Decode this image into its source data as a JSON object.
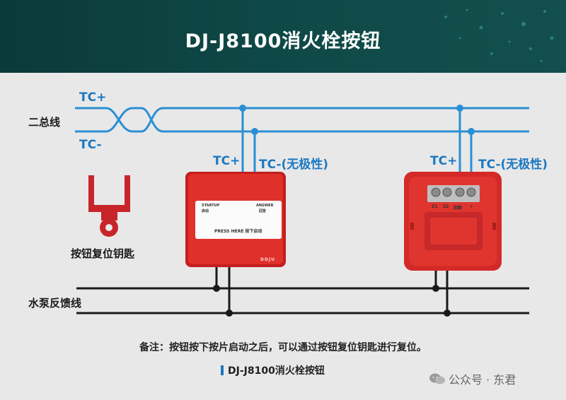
{
  "header": {
    "title": "DJ-J8100消火栓按钮"
  },
  "labels": {
    "bus_label": "二总线",
    "tc_plus_left": "TC+",
    "tc_minus_left": "TC-",
    "key_label": "按钮复位钥匙",
    "pump_label": "水泵反馈线",
    "dev1_tc_plus": "TC+",
    "dev1_tc_minus": "TC-(无极性)",
    "dev2_tc_plus": "TC+",
    "dev2_tc_minus": "TC-(无极性)"
  },
  "device": {
    "startup_en": "STARTUP",
    "startup_cn": "启动",
    "answer_en": "ANSWER",
    "answer_cn": "回答",
    "press_text": "PRESS HERE 按下启动",
    "brand": "DDJU"
  },
  "terminals": [
    "Z1",
    "Z2",
    "回路",
    "+"
  ],
  "note": "备注：按钮按下按片启动之后，可以通过按钮复位钥匙进行复位。",
  "caption": "DJ-J8100消火栓按钮",
  "watermark": "公众号 · 东君",
  "colors": {
    "wire": "#2a8fd4",
    "accent": "#1d78c1",
    "device_red": "#e0302a",
    "header_bg": "#0f4a48"
  }
}
